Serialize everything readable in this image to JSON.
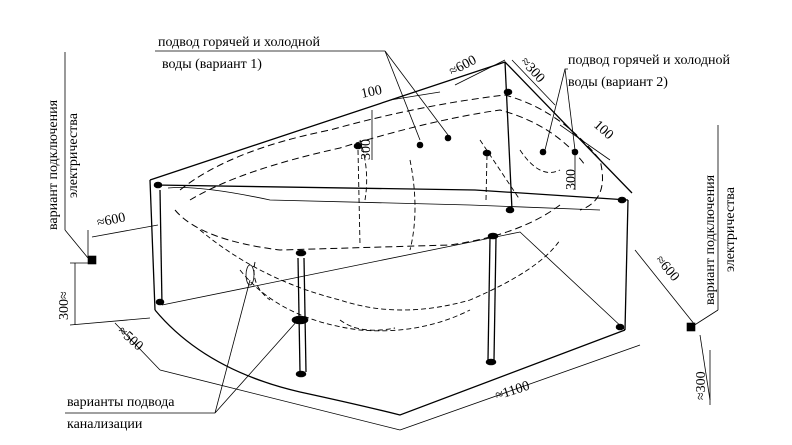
{
  "labels": {
    "hot_cold_v1_line1": "подвод горячей и холодной",
    "hot_cold_v1_line2": "воды (вариант 1)",
    "hot_cold_v2_line1": "подвод горячей и холодной",
    "hot_cold_v2_line2": "воды (вариант 2)",
    "electric_left_line1": "вариант подключения",
    "electric_left_line2": "электричества",
    "electric_right_line1": "вариант подключения",
    "electric_right_line2": "электричества",
    "sewer_line1": "варианты подвода",
    "sewer_line2": "канализации"
  },
  "dimensions": {
    "d600_top": "≈600",
    "d300_top": "≈300",
    "d100_left": "100",
    "d300_mid_left": "300",
    "d100_right": "100",
    "d300_mid_right": "300",
    "d600_left": "≈600",
    "d300_left": "300≈",
    "d500": "≈500",
    "d1100": "≈1100",
    "d600_right": "≈600",
    "d300_right": "≈300"
  }
}
